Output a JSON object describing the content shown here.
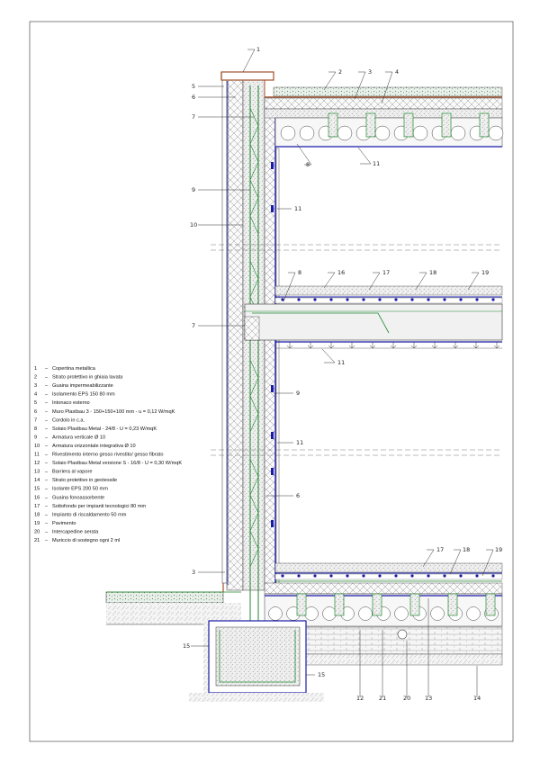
{
  "legend": [
    {
      "num": "1",
      "text": "Copertina metallica"
    },
    {
      "num": "2",
      "text": "Strato protettivo in ghiaia lavata"
    },
    {
      "num": "3",
      "text": "Guaina impermeabilizzante"
    },
    {
      "num": "4",
      "text": "Isolamento EPS 150 80 mm"
    },
    {
      "num": "5",
      "text": "Intonaco esterno"
    },
    {
      "num": "6",
      "text": "Muro Plastbau 3 - 150+150+100 mm - u = 0,12 W/mqK"
    },
    {
      "num": "7",
      "text": "Cordolo in c.a."
    },
    {
      "num": "8",
      "text": "Solaio Plastbau Metal - 24/8 - U = 0,23 W/mqK"
    },
    {
      "num": "9",
      "text": "Armatura verticale Ø 10"
    },
    {
      "num": "10",
      "text": "Armatura orizzontale integrativa Ø 10"
    },
    {
      "num": "11",
      "text": "Rivestimento interno gesso rivestito/ gesso fibrato"
    },
    {
      "num": "12",
      "text": "Solaio Plastbau Metal versione S - 16/8 - U = 0,30 W/mqK"
    },
    {
      "num": "13",
      "text": "Barriera al vapore"
    },
    {
      "num": "14",
      "text": "Strato protettivo in geotessile"
    },
    {
      "num": "15",
      "text": "Isolante EPS 200 50 mm"
    },
    {
      "num": "16",
      "text": "Guaina fonoassorbente"
    },
    {
      "num": "17",
      "text": "Sottofondo per impianti tecnologici 80 mm"
    },
    {
      "num": "18",
      "text": "Impianto di riscaldamento 50 mm"
    },
    {
      "num": "19",
      "text": "Pavimento"
    },
    {
      "num": "20",
      "text": "Intercapedine aerata"
    },
    {
      "num": "21",
      "text": "Muriccio di sostegno ogni 2 ml"
    }
  ],
  "callouts": {
    "c1": "1",
    "c2": "2",
    "c3": "3",
    "c4": "4",
    "c5": "5",
    "c6": "6",
    "c7": "7",
    "c8": "8",
    "c9": "9",
    "c10": "10",
    "c11a": "11",
    "c11b": "11",
    "c7b": "7",
    "c8b": "8",
    "c16": "16",
    "c17": "17",
    "c18": "18",
    "c19": "19",
    "c11c": "11",
    "c9b": "9",
    "c11d": "11",
    "c6b": "6",
    "c3b": "3",
    "c17b": "17",
    "c18b": "18",
    "c19b": "19",
    "c15a": "15",
    "c15b": "15",
    "c12": "12",
    "c21": "21",
    "c20": "20",
    "c13": "13",
    "c14": "14"
  },
  "colors": {
    "line": "#222222",
    "steel_blue": "#1a1aa8",
    "rebar_green": "#1e8a2e",
    "copper": "#a0522d",
    "eps_fill": "#f2f2f2",
    "concrete": "#e6e6e6"
  }
}
